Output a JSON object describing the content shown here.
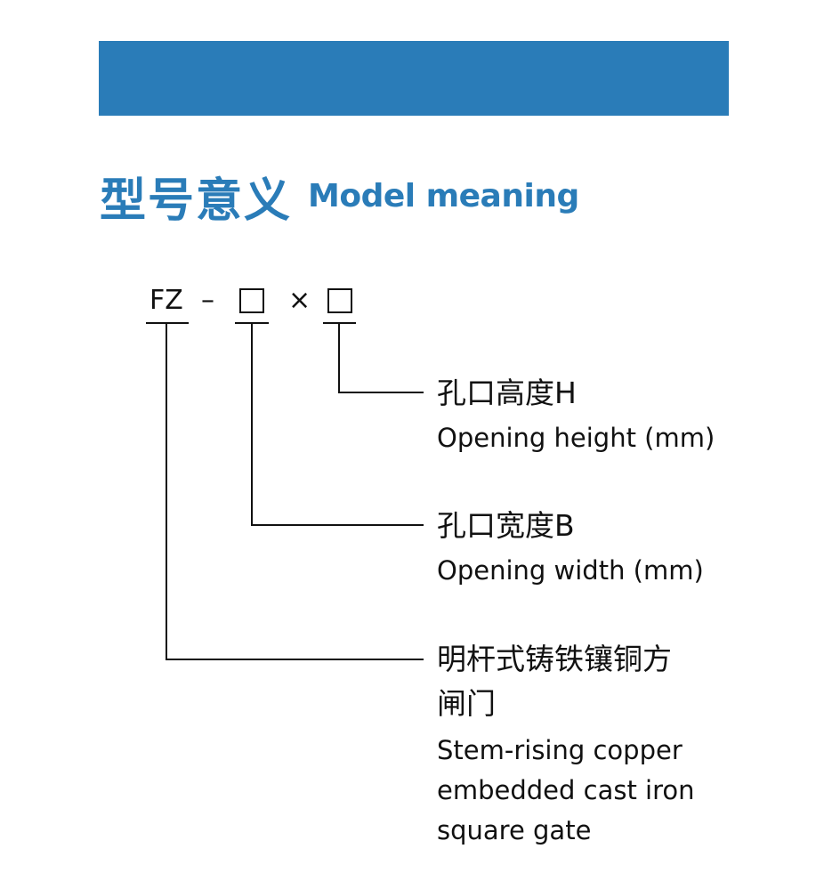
{
  "colors": {
    "brand": "#2a7cb8",
    "line": "#111111"
  },
  "title": {
    "zh": "型号意义",
    "en": "Model meaning"
  },
  "model": {
    "prefix": "FZ",
    "dash": "–",
    "times": "×"
  },
  "labels": [
    {
      "zh": "孔口高度H",
      "en": "Opening height (mm)"
    },
    {
      "zh": "孔口宽度B",
      "en": "Opening width (mm)"
    },
    {
      "zh_line1": "明杆式铸铁镶铜方",
      "zh_line2": "闸门",
      "en_line1": "Stem-rising copper",
      "en_line2": "embedded cast iron",
      "en_line3": "square gate"
    }
  ]
}
